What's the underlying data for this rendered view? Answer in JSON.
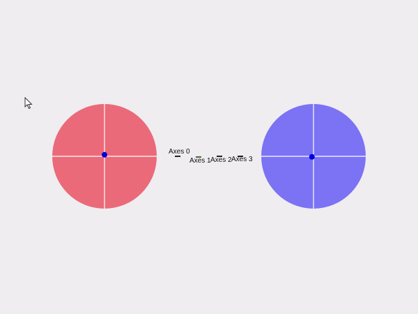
{
  "cursor": {
    "icon": "arrow-cursor-icon"
  },
  "left_stick": {
    "fill_color": "#ea6a7a",
    "crosshair_color": "#ffffff",
    "dot_color": "#0000dd",
    "position": {
      "x": 0,
      "y": -0.03
    }
  },
  "right_stick": {
    "fill_color": "#7b72f4",
    "crosshair_color": "#ffffff",
    "dot_color": "#0000dd",
    "position": {
      "x": -0.03,
      "y": 0.01
    }
  },
  "axes": [
    {
      "label": "Axes 0"
    },
    {
      "label": "Axes 1"
    },
    {
      "label": "Axes 2"
    },
    {
      "label": "Axes 3"
    }
  ]
}
